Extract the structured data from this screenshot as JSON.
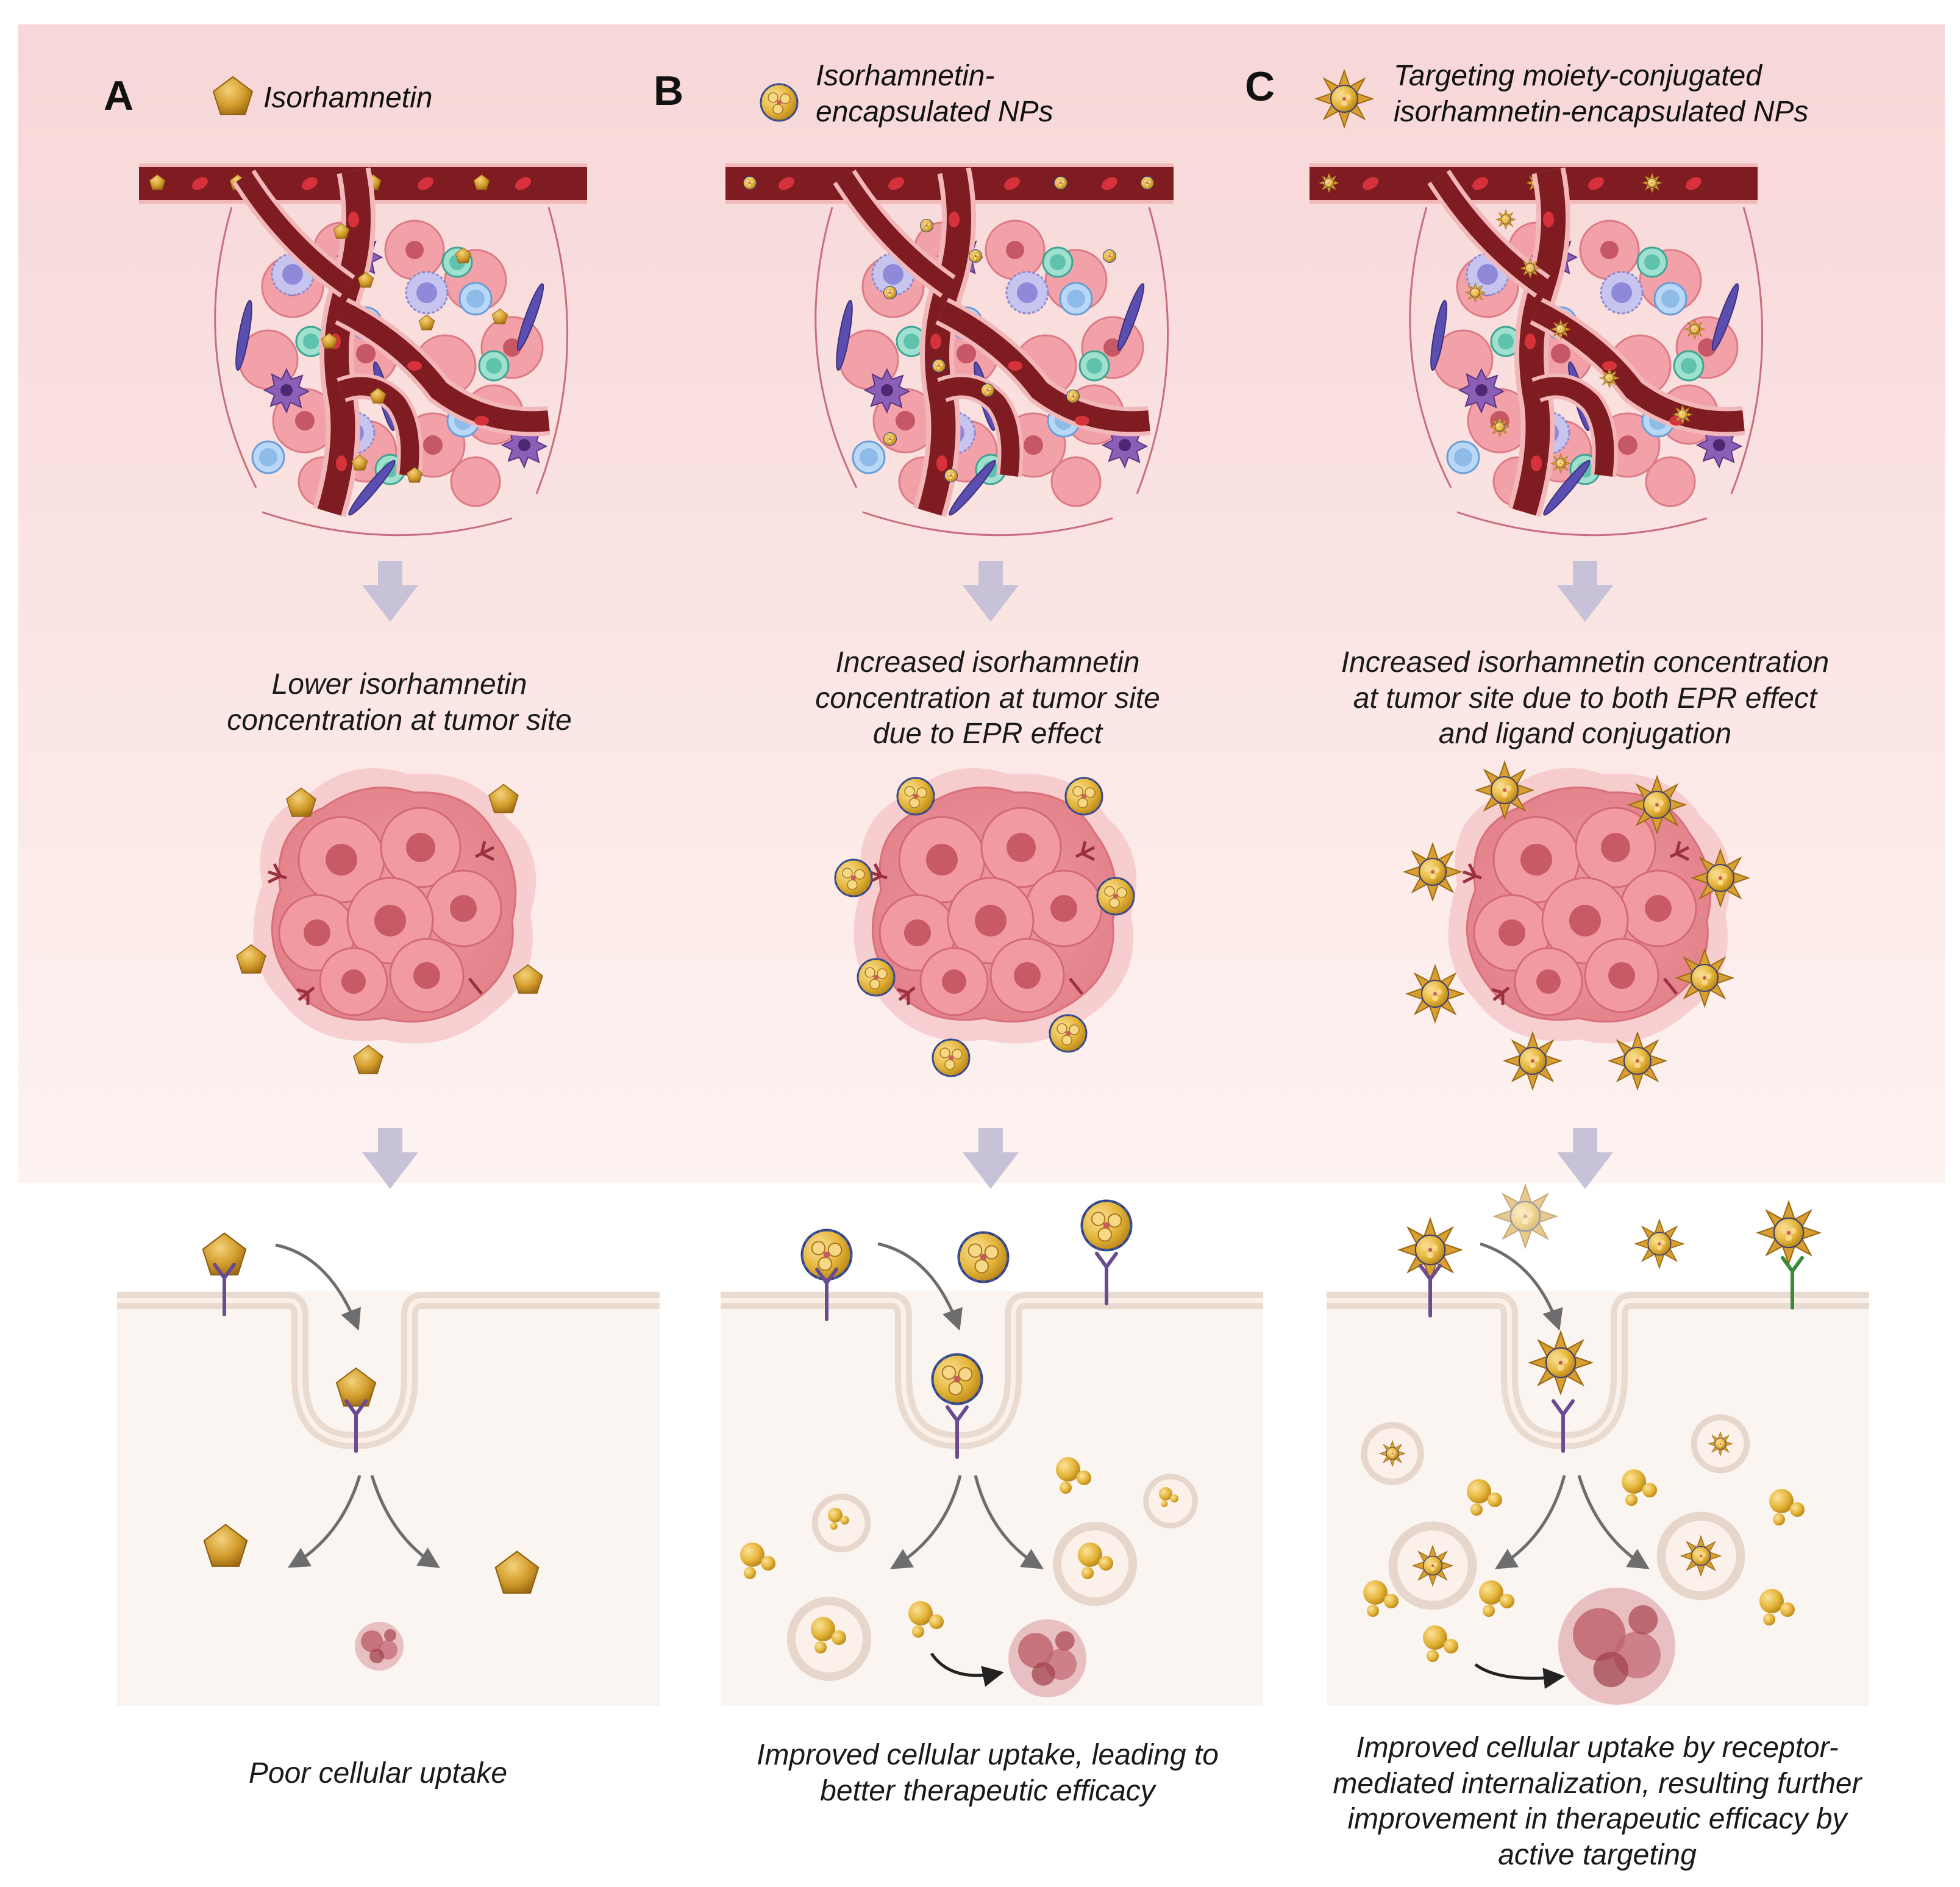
{
  "panels": [
    {
      "letter": "A",
      "legend": "Isorhamnetin",
      "mid_caption": [
        "Lower isorhamnetin",
        "concentration at tumor site"
      ],
      "bottom_caption": [
        "Poor cellular uptake"
      ]
    },
    {
      "letter": "B",
      "legend": [
        "Isorhamnetin-",
        "encapsulated NPs"
      ],
      "mid_caption": [
        "Increased  isorhamnetin",
        "concentration at tumor site",
        "due to EPR effect"
      ],
      "bottom_caption": [
        "Improved cellular uptake, leading to",
        "better therapeutic efficacy"
      ]
    },
    {
      "letter": "C",
      "legend": [
        "Targeting moiety-conjugated",
        "isorhamnetin-encapsulated NPs"
      ],
      "mid_caption": [
        "Increased  isorhamnetin concentration",
        "at tumor site due to both EPR effect",
        "and ligand conjugation"
      ],
      "bottom_caption": [
        "Improved cellular uptake by receptor-",
        "mediated internalization, resulting further",
        "improvement in therapeutic efficacy by",
        "active targeting"
      ]
    }
  ],
  "colors": {
    "vessel": "#7e1c22",
    "vessel_edge": "#f2b7b9",
    "drug_gold": "#c9962a",
    "tumor_pink": "#e98890",
    "arrow": "#c7c2d7",
    "membrane": "#e9dbd0",
    "cell_interior": "#fbf5f1",
    "receptor_purple": "#6b4a8f",
    "receptor_green": "#3a8a3a"
  }
}
